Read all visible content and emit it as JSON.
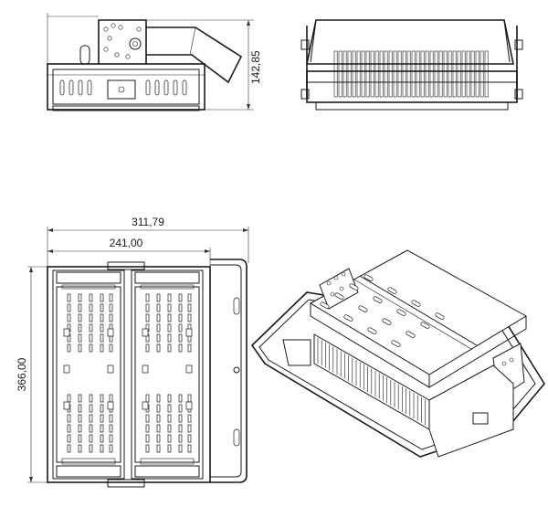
{
  "dimensions": {
    "height_side": "142,85",
    "overall_width": "311,79",
    "body_width": "241,00",
    "length": "366,00"
  },
  "views": [
    "side-view",
    "end-view",
    "top-view",
    "isometric-view"
  ]
}
